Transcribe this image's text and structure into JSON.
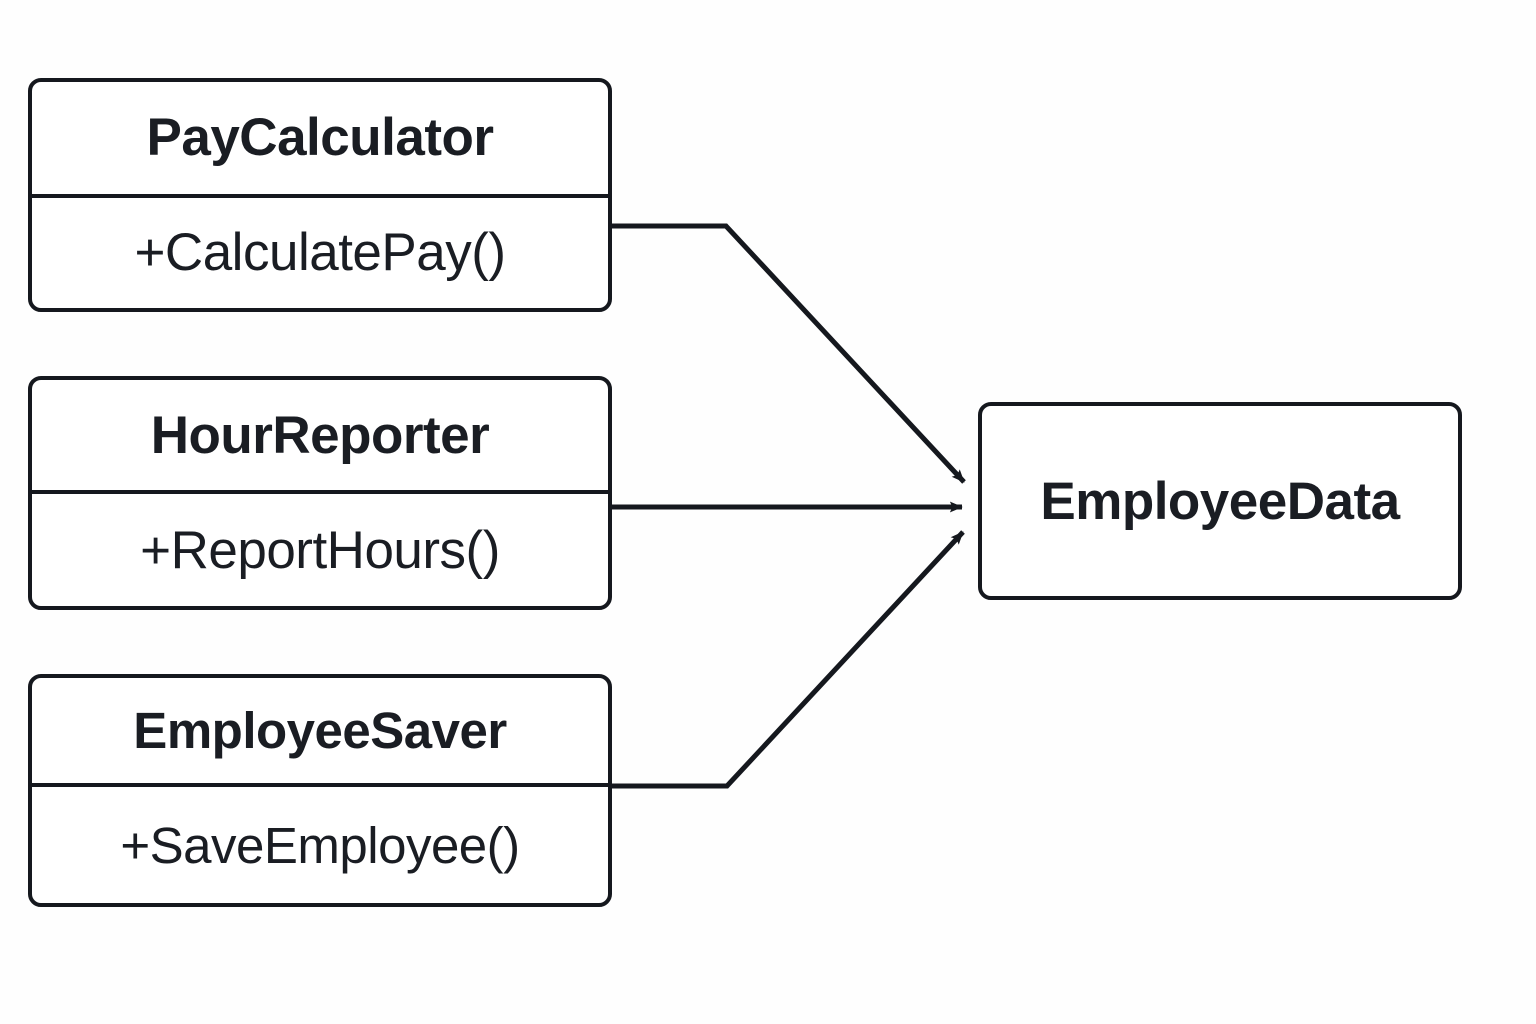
{
  "diagram": {
    "type": "uml-class-diagram",
    "title": "",
    "background_color": "#fefefe",
    "stroke_color": "#15181e",
    "text_color": "#1a1d23",
    "fill_color": "#ffffff",
    "nodes": [
      {
        "id": "paycalculator",
        "name": "PayCalculator",
        "members": [
          "+CalculatePay()"
        ],
        "has_member_compartment": true
      },
      {
        "id": "hourreporter",
        "name": "HourReporter",
        "members": [
          "+ReportHours()"
        ],
        "has_member_compartment": true
      },
      {
        "id": "employeesaver",
        "name": "EmployeeSaver",
        "members": [
          "+SaveEmployee()"
        ],
        "has_member_compartment": true
      },
      {
        "id": "employeedata",
        "name": "EmployeeData",
        "members": [],
        "has_member_compartment": false
      }
    ],
    "edges": [
      {
        "id": "edge-paycalculator-employeedata",
        "from": "paycalculator",
        "to": "employeedata",
        "style": "solid",
        "arrowhead": "open-filled-triangle",
        "label": ""
      },
      {
        "id": "edge-hourreporter-employeedata",
        "from": "hourreporter",
        "to": "employeedata",
        "style": "solid",
        "arrowhead": "open-filled-triangle",
        "label": ""
      },
      {
        "id": "edge-employeesaver-employeedata",
        "from": "employeesaver",
        "to": "employeedata",
        "style": "solid",
        "arrowhead": "open-filled-triangle",
        "label": ""
      }
    ]
  }
}
